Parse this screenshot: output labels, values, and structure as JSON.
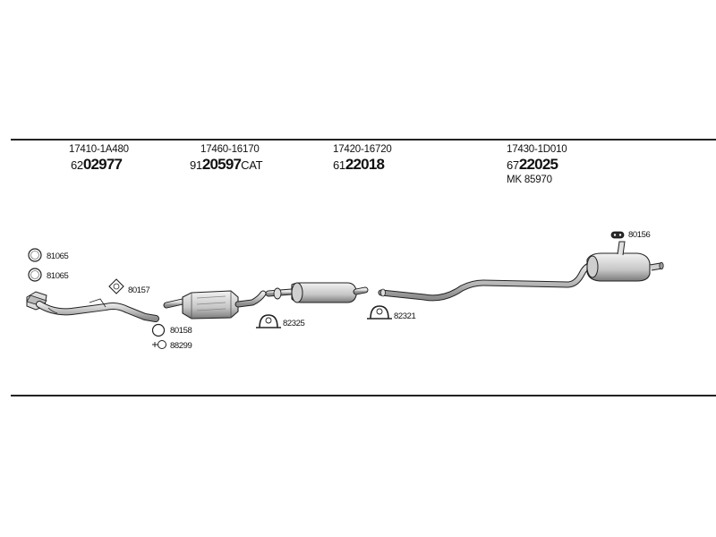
{
  "groups": [
    {
      "part_no": "17410-1A480",
      "code_prefix": "62",
      "code_main": "02977",
      "code_suffix": ""
    },
    {
      "part_no": "17460-16170",
      "code_prefix": "91",
      "code_main": "20597",
      "code_suffix": "CAT"
    },
    {
      "part_no": "17420-16720",
      "code_prefix": "61",
      "code_main": "22018",
      "code_suffix": ""
    },
    {
      "part_no": "17430-1D010",
      "code_prefix": "67",
      "code_main": "22025",
      "code_suffix": "",
      "extra": "MK  85970"
    }
  ],
  "hardware": {
    "gasket_1": "81065",
    "gasket_2": "81065",
    "flange_gasket": "80157",
    "ring_1": "80158",
    "bolt": "88299",
    "clamp_1": "82325",
    "clamp_2": "82321",
    "rubber_mount": "80156"
  }
}
